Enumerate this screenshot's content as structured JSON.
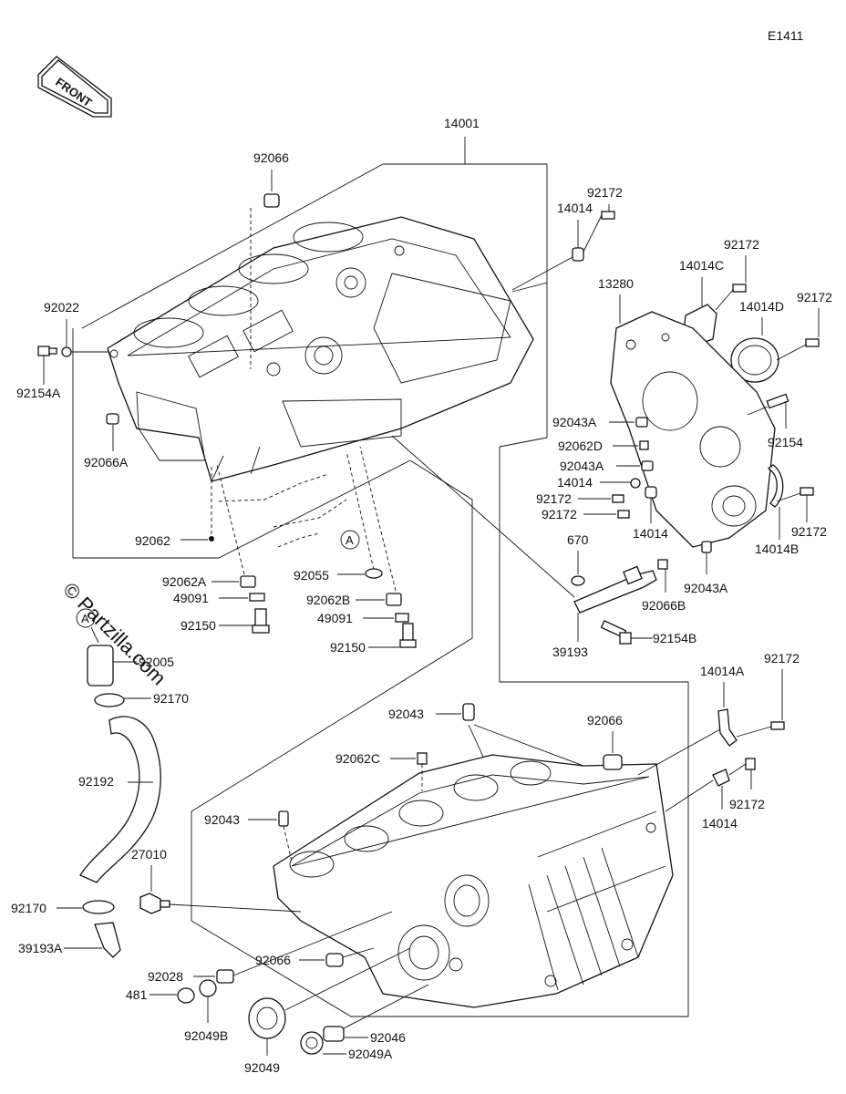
{
  "diagram_code": "E1411",
  "front_label": "FRONT",
  "watermark": "© Partzilla.com",
  "callout_a": "A",
  "labels": {
    "p14001": "14001",
    "p92066_top": "92066",
    "p92022": "92022",
    "p92154A": "92154A",
    "p92066A": "92066A",
    "p92062": "92062",
    "p92062A": "92062A",
    "p49091_l": "49091",
    "p92150_l": "92150",
    "p92055": "92055",
    "p92062B": "92062B",
    "p49091_r": "49091",
    "p92150_r": "92150",
    "p92172_a": "92172",
    "p14014_a": "14014",
    "p92172_b": "92172",
    "p14014C": "14014C",
    "p92172_c": "92172",
    "p14014D": "14014D",
    "p13280": "13280",
    "p92043A_a": "92043A",
    "p92062D": "92062D",
    "p92043A_b": "92043A",
    "p14014_b": "14014",
    "p92172_d": "92172",
    "p92172_e": "92172",
    "p14014_c": "14014",
    "p92154": "92154",
    "p92172_f": "92172",
    "p14014B": "14014B",
    "p92043A_c": "92043A",
    "p670": "670",
    "p92066B": "92066B",
    "p39193": "39193",
    "p92154B": "92154B",
    "p92005": "92005",
    "p92170_top": "92170",
    "p92192": "92192",
    "p92170_bot": "92170",
    "p39193A": "39193A",
    "p14014A": "14014A",
    "p92172_g": "92172",
    "p92043_top": "92043",
    "p92066_mid": "92066",
    "p92062C": "92062C",
    "p92043_left": "92043",
    "p27010": "27010",
    "p92172_h": "92172",
    "p14014_d": "14014",
    "p92066_bot": "92066",
    "p92028": "92028",
    "p481": "481",
    "p92049B": "92049B",
    "p92049": "92049",
    "p92046": "92046",
    "p92049A": "92049A"
  }
}
